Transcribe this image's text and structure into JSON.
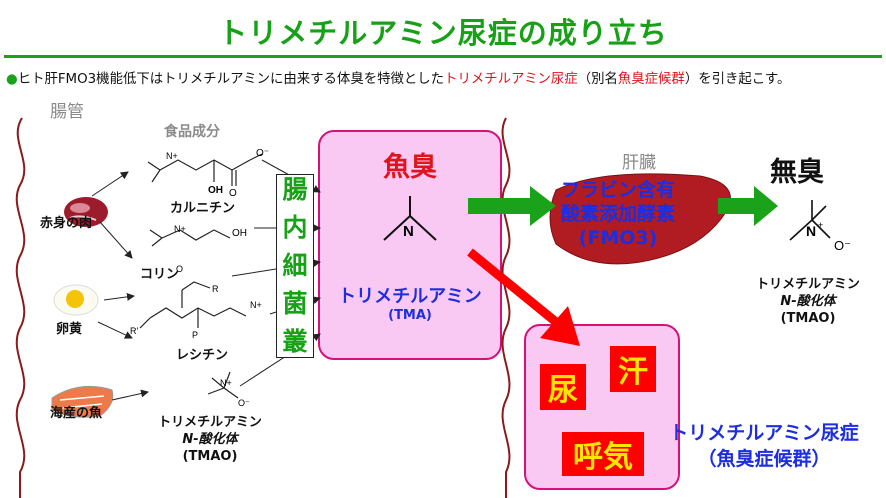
{
  "title": "トリメチルアミン尿症の成り立ち",
  "intro": {
    "bullet": "●",
    "before": "ヒト肝FMO3機能低下はトリメチルアミンに由来する体臭を特徴とした",
    "highlight1": "トリメチルアミン尿症",
    "middle": "（別名",
    "highlight2": "魚臭症候群",
    "after": "）を引き起こす。"
  },
  "regions": {
    "intestine": "腸管",
    "liver": "肝臓",
    "food_components": "食品成分"
  },
  "foods": {
    "red_meat": "赤身の肉",
    "egg_yolk": "卵黄",
    "seafood": "海産の魚"
  },
  "molecules": {
    "carnitine": "カルニチン",
    "choline": "コリン",
    "lecithin": "レシチン",
    "tmao_name1": "トリメチルアミン",
    "tmao_name2": "N-酸化体",
    "tmao_abbr": "(TMAO)"
  },
  "gut_bacteria": [
    "腸",
    "内",
    "細",
    "菌",
    "叢"
  ],
  "tma_box": {
    "odor": "魚臭",
    "name": "トリメチルアミン",
    "abbr": "(TMA)"
  },
  "fmo3": {
    "line1": "フラビン含有",
    "line2": "酸素添加酵素",
    "line3": "(FMO3)"
  },
  "odorless": "無臭",
  "product": {
    "name1": "トリメチルアミン",
    "name2": "N-酸化体",
    "abbr": "(TMAO)"
  },
  "symptoms": {
    "urine": "尿",
    "sweat": "汗",
    "breath": "呼気"
  },
  "disease": {
    "line1": "トリメチルアミン尿症",
    "line2": "（魚臭症候群）"
  },
  "colors": {
    "title_green": "#17a117",
    "pink_fill": "#f9c9f3",
    "pink_border": "#d4127a",
    "red": "#ff0000",
    "blue": "#1d2de0",
    "green_arrow": "#1aa31a"
  }
}
